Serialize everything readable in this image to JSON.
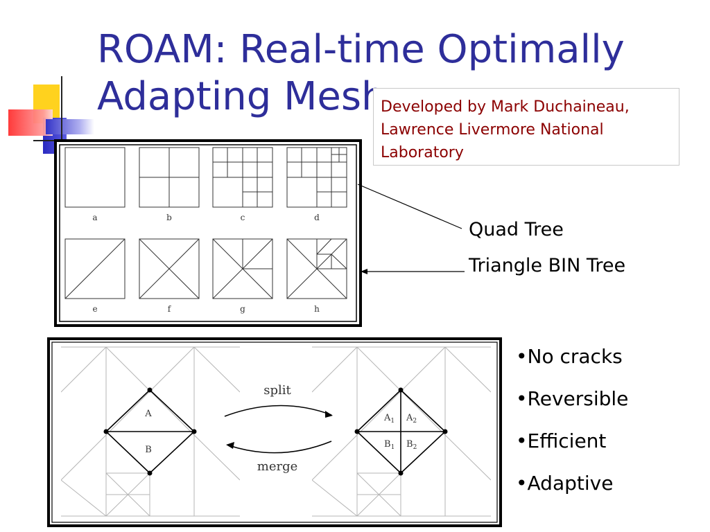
{
  "slide": {
    "title_line1": "ROAM: Real-time Optimally",
    "title_line2": "Adapting Mesh",
    "developer_info": [
      "Developed by Mark Duchaineau,",
      "Lawrence Livermore National",
      "Laboratory"
    ],
    "labels": {
      "quad_tree": "Quad Tree",
      "triangle_bin_tree": "Triangle BIN Tree"
    },
    "bullets": [
      "•No cracks",
      "•Reversible",
      "•Efficient",
      "•Adaptive"
    ],
    "colors": {
      "title": "#2E2E9A",
      "developer_text": "#8B0000",
      "logo_yellow": "#FFD700",
      "logo_red": "#FF4B4B",
      "logo_blue": "#3535C8"
    }
  },
  "figure_top": {
    "quad_labels": [
      "a",
      "b",
      "c",
      "d"
    ],
    "triangle_labels": [
      "e",
      "f",
      "g",
      "h"
    ]
  },
  "figure_bottom": {
    "split_label": "split",
    "merge_label": "merge",
    "left_labels": [
      "A",
      "B"
    ],
    "right_labels": {
      "a1_base": "A",
      "a1_sub": "1",
      "a2_base": "A",
      "a2_sub": "2",
      "b1_base": "B",
      "b1_sub": "1",
      "b2_base": "B",
      "b2_sub": "2"
    }
  }
}
